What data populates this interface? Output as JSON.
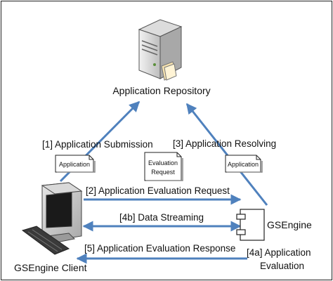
{
  "nodes": {
    "repository": "Application Repository",
    "client": "GSEngine Client",
    "engine": "GSEngine"
  },
  "steps": {
    "s1": "[1] Application Submission",
    "s2": "[2] Application Evaluation Request",
    "s3": "[3] Application Resolving",
    "s4b": "[4b] Data Streaming",
    "s5": "[5] Application Evaluation Response",
    "s4a_line1": "[4a] Application",
    "s4a_line2": "Evaluation"
  },
  "documents": {
    "app_left": "Application",
    "eval_line1": "Evaluation",
    "eval_line2": "Request",
    "app_right": "Application"
  },
  "colors": {
    "arrow": "#4f81bd",
    "server": "#cfcfcf",
    "document": "#ffffff"
  }
}
